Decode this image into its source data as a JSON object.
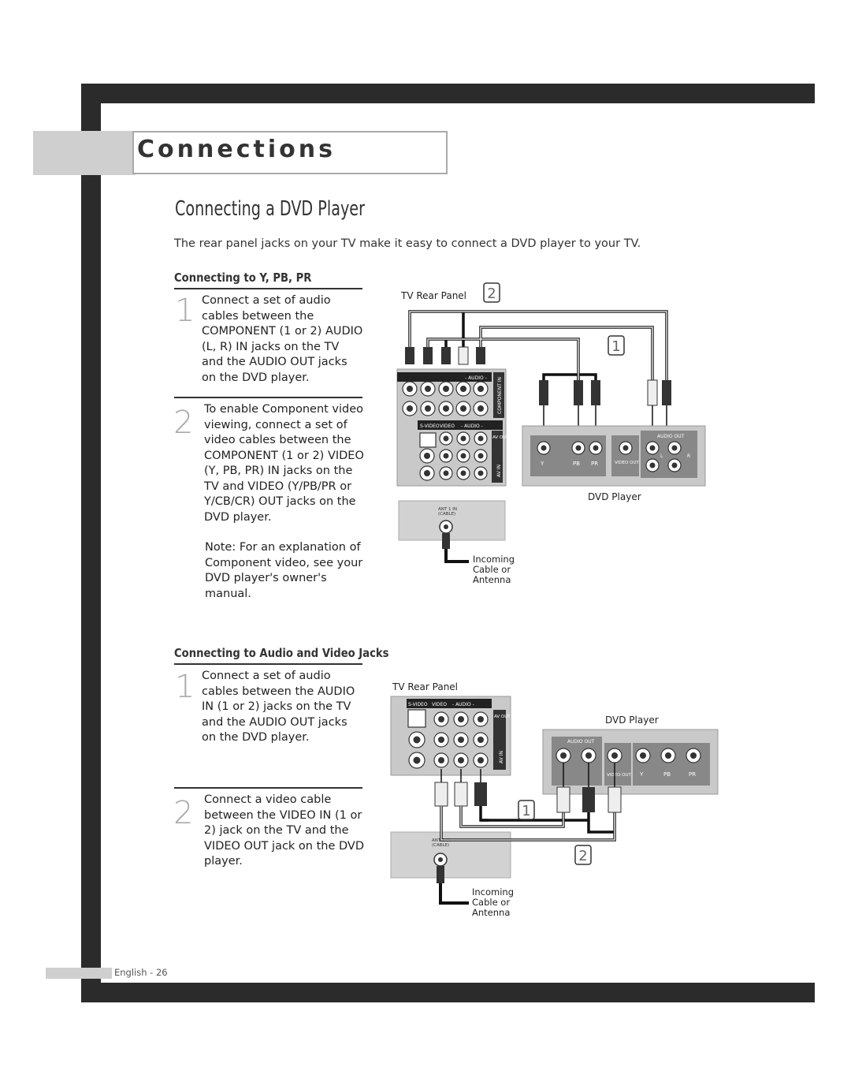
{
  "section": {
    "title": "Connections"
  },
  "page": {
    "title": "Connecting a DVD Player",
    "intro": "The rear panel jacks on your TV make it easy to connect a DVD player to your TV."
  },
  "component": {
    "heading": "Connecting to Y, PB, PR",
    "steps": [
      {
        "num": "1",
        "text": "Connect a set of audio cables between the COMPONENT (1 or 2) AUDIO (L, R) IN jacks on the TV and the AUDIO OUT jacks on the DVD player."
      },
      {
        "num": "2",
        "text": "To enable Component video viewing, connect a set of video cables between the COMPONENT (1 or 2) VIDEO (Y, PB, PR) IN jacks on the TV and VIDEO (Y/PB/PR or Y/CB/CR) OUT jacks on the DVD player."
      }
    ],
    "note": "Note: For an explanation of Component video, see your DVD player's owner's manual."
  },
  "audio_video": {
    "heading": "Connecting to Audio and Video Jacks",
    "steps": [
      {
        "num": "1",
        "text": "Connect a set of audio cables between the AUDIO IN (1 or 2) jacks on the TV and the AUDIO OUT jacks on the DVD player."
      },
      {
        "num": "2",
        "text": "Connect a video cable between the VIDEO IN (1 or 2) jack on the TV and the VIDEO OUT jack on the DVD player."
      }
    ]
  },
  "diagram1": {
    "tv_label": "TV Rear Panel",
    "dvd_label": "DVD Player",
    "badge_a": "2",
    "badge_b": "1",
    "incoming": [
      "Incoming",
      "Cable or",
      "Antenna"
    ],
    "ant_label": [
      "ANT 1 IN",
      "(CABLE)"
    ],
    "panel_labels": {
      "svideo": "S-VIDEO",
      "video": "VIDEO",
      "audio": "- AUDIO -",
      "av_out": "AV OUT",
      "av_in": "AV IN",
      "component_in": "COMPONENT IN",
      "audio_out": "AUDIO OUT",
      "video_out": "VIDEO OUT",
      "y": "Y",
      "pb": "PB",
      "pr": "PR",
      "l": "L",
      "r": "R"
    }
  },
  "diagram2": {
    "tv_label": "TV Rear Panel",
    "dvd_label": "DVD Player",
    "badge_a": "1",
    "badge_b": "2",
    "incoming": [
      "Incoming",
      "Cable or",
      "Antenna"
    ],
    "ant_label": [
      "ANT 1 IN",
      "(CABLE)"
    ],
    "panel_labels": {
      "svideo": "S-VIDEO",
      "video": "VIDEO",
      "audio": "- AUDIO -",
      "av_out": "AV OUT",
      "av_in": "AV IN",
      "audio_out": "AUDIO OUT",
      "video_out": "VIDEO OUT",
      "y": "Y",
      "pb": "PB",
      "pr": "PR"
    }
  },
  "footer": {
    "text": "English - 26"
  }
}
